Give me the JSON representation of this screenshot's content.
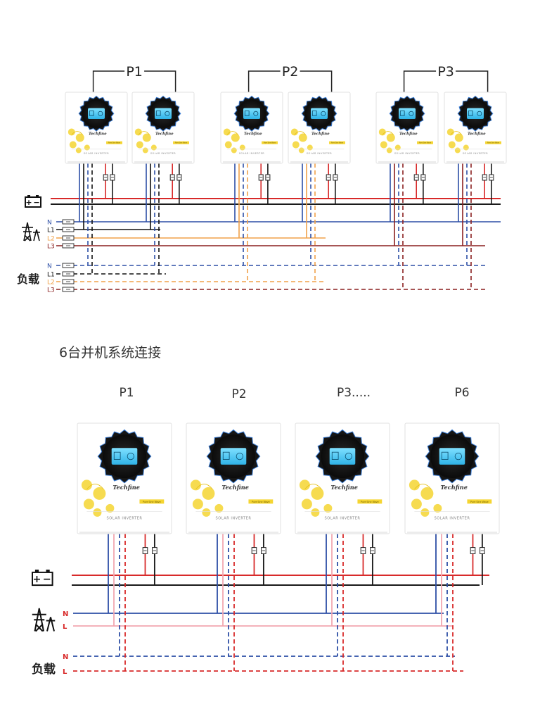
{
  "faded_caption": "",
  "top": {
    "groups": [
      "P1",
      "P2",
      "P3"
    ],
    "grid_lines": [
      "N",
      "L1",
      "L2",
      "L3"
    ],
    "load_lines": [
      "N",
      "L1",
      "L2",
      "L3"
    ],
    "load_label": "负载"
  },
  "bottom": {
    "section_title": "6台并机系统连接",
    "units": [
      "P1",
      "P2",
      "P3.....",
      "P6"
    ],
    "grid_lines": [
      "N",
      "L"
    ],
    "load_lines": [
      "N",
      "L"
    ],
    "load_label": "负载"
  },
  "device": {
    "brand": "Techfine",
    "product": "SOLAR INVERTER",
    "badge": "Pure Sine Wave"
  },
  "colors": {
    "positive": "#d82a2a",
    "negative": "#1a1a1a",
    "neutral": "#2d4fa6",
    "l1": "#111111",
    "l2": "#f0a24a",
    "l3": "#8a1f1f",
    "live": "#f2a7b0",
    "device_accent": "#f5d531"
  },
  "icons": [
    "battery-icon",
    "power-tower-icon",
    "breaker-icon"
  ]
}
